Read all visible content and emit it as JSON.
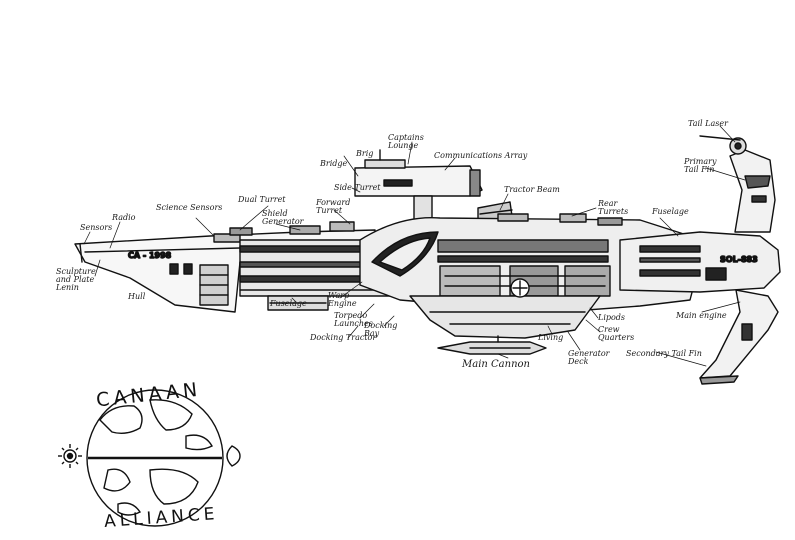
{
  "colors": {
    "ink": "#111111",
    "paper": "#ffffff"
  },
  "labels": {
    "tail_laser": "Tail Laser",
    "primary_tail_fin": "Primary Tail Fin",
    "captains_lounge": "Captains Lounge",
    "brig": "Brig",
    "bridge": "Bridge",
    "communications_array": "Communications Array",
    "side_turret": "Side Turret",
    "forward_turret": "Forward Turret",
    "tractor_beam": "Tractor Beam",
    "rear_turrets": "Rear Turrets",
    "fuselage_top": "Fuselage",
    "shield_generator": "Shield Generator",
    "dual_turret": "Dual Turret",
    "science_sensors": "Science Sensors",
    "radio_receiver": "Radio",
    "sensors": "Sensors",
    "sculpture_plate": "Sculpture and Plate Lenin",
    "hull": "Hull",
    "fuselage_bottom": "Fuselage",
    "warp_engine": "Warp Engine",
    "torpedo_launches": "Torpedo Launches",
    "docking_bay": "Docking Bay",
    "docking_tractor": "Docking Tractor",
    "main_cannon": "Main Cannon",
    "living": "Living",
    "generator_deck": "Generator Deck",
    "lipods": "Lipods",
    "crew_quarters": "Crew Quarters",
    "secondary_tail_fin": "Secondary Tail Fin",
    "main_engine": "Main engine"
  },
  "hull_markings": {
    "registry": "CA - 1998",
    "engine_marking": "SOL-883"
  },
  "logo": {
    "title": "CANAAN",
    "subtitle": "ALLIANCE"
  }
}
